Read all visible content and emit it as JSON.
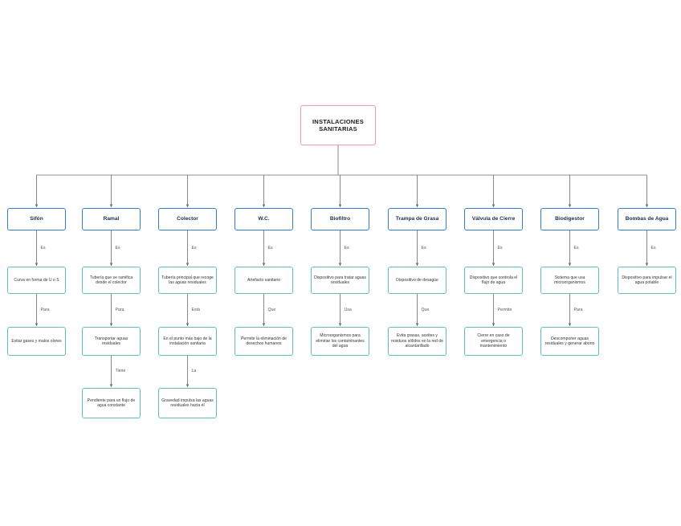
{
  "diagram": {
    "title": "INSTALACIONES SANITARIAS",
    "colors": {
      "root_border": "#e8a0bf",
      "category_border": "#2f7fd1",
      "description_border": "#5fbfbf",
      "connector": "#6b6b6b",
      "background": "#ffffff"
    },
    "root": {
      "label": "INSTALACIONES\nSANITARIAS",
      "line1": "INSTALACIONES",
      "line2": "SANITARIAS"
    },
    "branches": [
      {
        "id": "sifon",
        "title": "Sifón",
        "chain": [
          {
            "connector": "Es",
            "text": "Curva en forma de U o S"
          },
          {
            "connector": "Para",
            "text": "Evitar gases y malos olores"
          }
        ]
      },
      {
        "id": "ramal",
        "title": "Ramal",
        "chain": [
          {
            "connector": "Es",
            "text": "Tubería que se ramifica desde el colector"
          },
          {
            "connector": "Para",
            "text": "Transportar aguas residuales"
          },
          {
            "connector": "Tiene",
            "text": "Pendiente para un flujo de agua constante"
          }
        ]
      },
      {
        "id": "colector",
        "title": "Colector",
        "chain": [
          {
            "connector": "Es",
            "text": "Tubería principal que recoge las aguas residuales"
          },
          {
            "connector": "Está",
            "text": "En el punto más bajo de la instalación sanitaria"
          },
          {
            "connector": "La",
            "text": "Gravedad impulsa las aguas residuales hacia él"
          }
        ]
      },
      {
        "id": "wc",
        "title": "W.C.",
        "chain": [
          {
            "connector": "Es",
            "text": "Artefacto sanitario"
          },
          {
            "connector": "Que",
            "text": "Permite la eliminación de desechos humanos"
          }
        ]
      },
      {
        "id": "biofiltro",
        "title": "Biofiltro",
        "chain": [
          {
            "connector": "Es",
            "text": "Dispositivo para tratar aguas residuales"
          },
          {
            "connector": "Usa",
            "text": "Microorganismos para eliminar los contaminantes del agua"
          }
        ]
      },
      {
        "id": "trampa-de-grasa",
        "title": "Trampa de Grasa",
        "chain": [
          {
            "connector": "Es",
            "text": "Dispositivo de desagüe"
          },
          {
            "connector": "Que",
            "text": "Evita grasas, aceites y residuos sólidos en la red de alcantarillado"
          }
        ]
      },
      {
        "id": "valvula-de-cierre",
        "title": "Válvula de Cierre",
        "chain": [
          {
            "connector": "Es",
            "text": "Dispositivo que controla el flujo de agua"
          },
          {
            "connector": "Permite",
            "text": "Cierre en caso de emergencia o mantenimiento"
          }
        ]
      },
      {
        "id": "biodigestor",
        "title": "Biodigestor",
        "chain": [
          {
            "connector": "Es",
            "text": "Sistema que usa microorganismos"
          },
          {
            "connector": "Para",
            "text": "Descomponer aguas residuales y generar abono"
          }
        ]
      },
      {
        "id": "bombas-de-agua",
        "title": "Bombas de Agua",
        "chain": [
          {
            "connector": "Es",
            "text": "Dispositivo para impulsar el agua potable"
          }
        ]
      }
    ]
  }
}
